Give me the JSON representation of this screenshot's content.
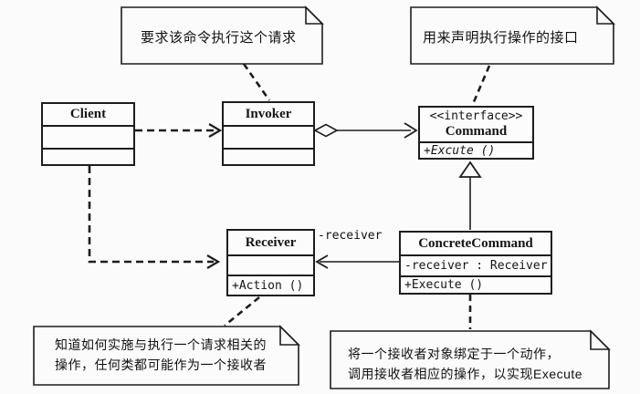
{
  "diagram": {
    "kind": "uml-class-diagram",
    "pattern": "Command",
    "colors": {
      "background": "#fbfbfb",
      "line": "#1d1d1d",
      "fill": "#fcfcfc"
    }
  },
  "notes": {
    "top_left": {
      "text": "要求该命令执行这个请求"
    },
    "top_right": {
      "text": "用来声明执行操作的接口"
    },
    "bottom_left": {
      "line1": "知道如何实施与执行一个请求相关的",
      "line2": "操作，任何类都可能作为一个接收者"
    },
    "bottom_right": {
      "line1": "将一个接收者对象绑定于一个动作，",
      "line2": "调用接收者相应的操作，以实现Execute"
    }
  },
  "classes": {
    "client": {
      "name": "Client"
    },
    "invoker": {
      "name": "Invoker"
    },
    "command": {
      "stereotype": "<<interface>>",
      "name": "Command",
      "operations": "+Excute ()"
    },
    "receiver": {
      "name": "Receiver",
      "operations": "+Action ()"
    },
    "concrete_command": {
      "name": "ConcreteCommand",
      "attributes": "-receiver : Receiver",
      "operations": "+Execute ()"
    }
  },
  "edge_labels": {
    "receiver_role": "-receiver"
  }
}
